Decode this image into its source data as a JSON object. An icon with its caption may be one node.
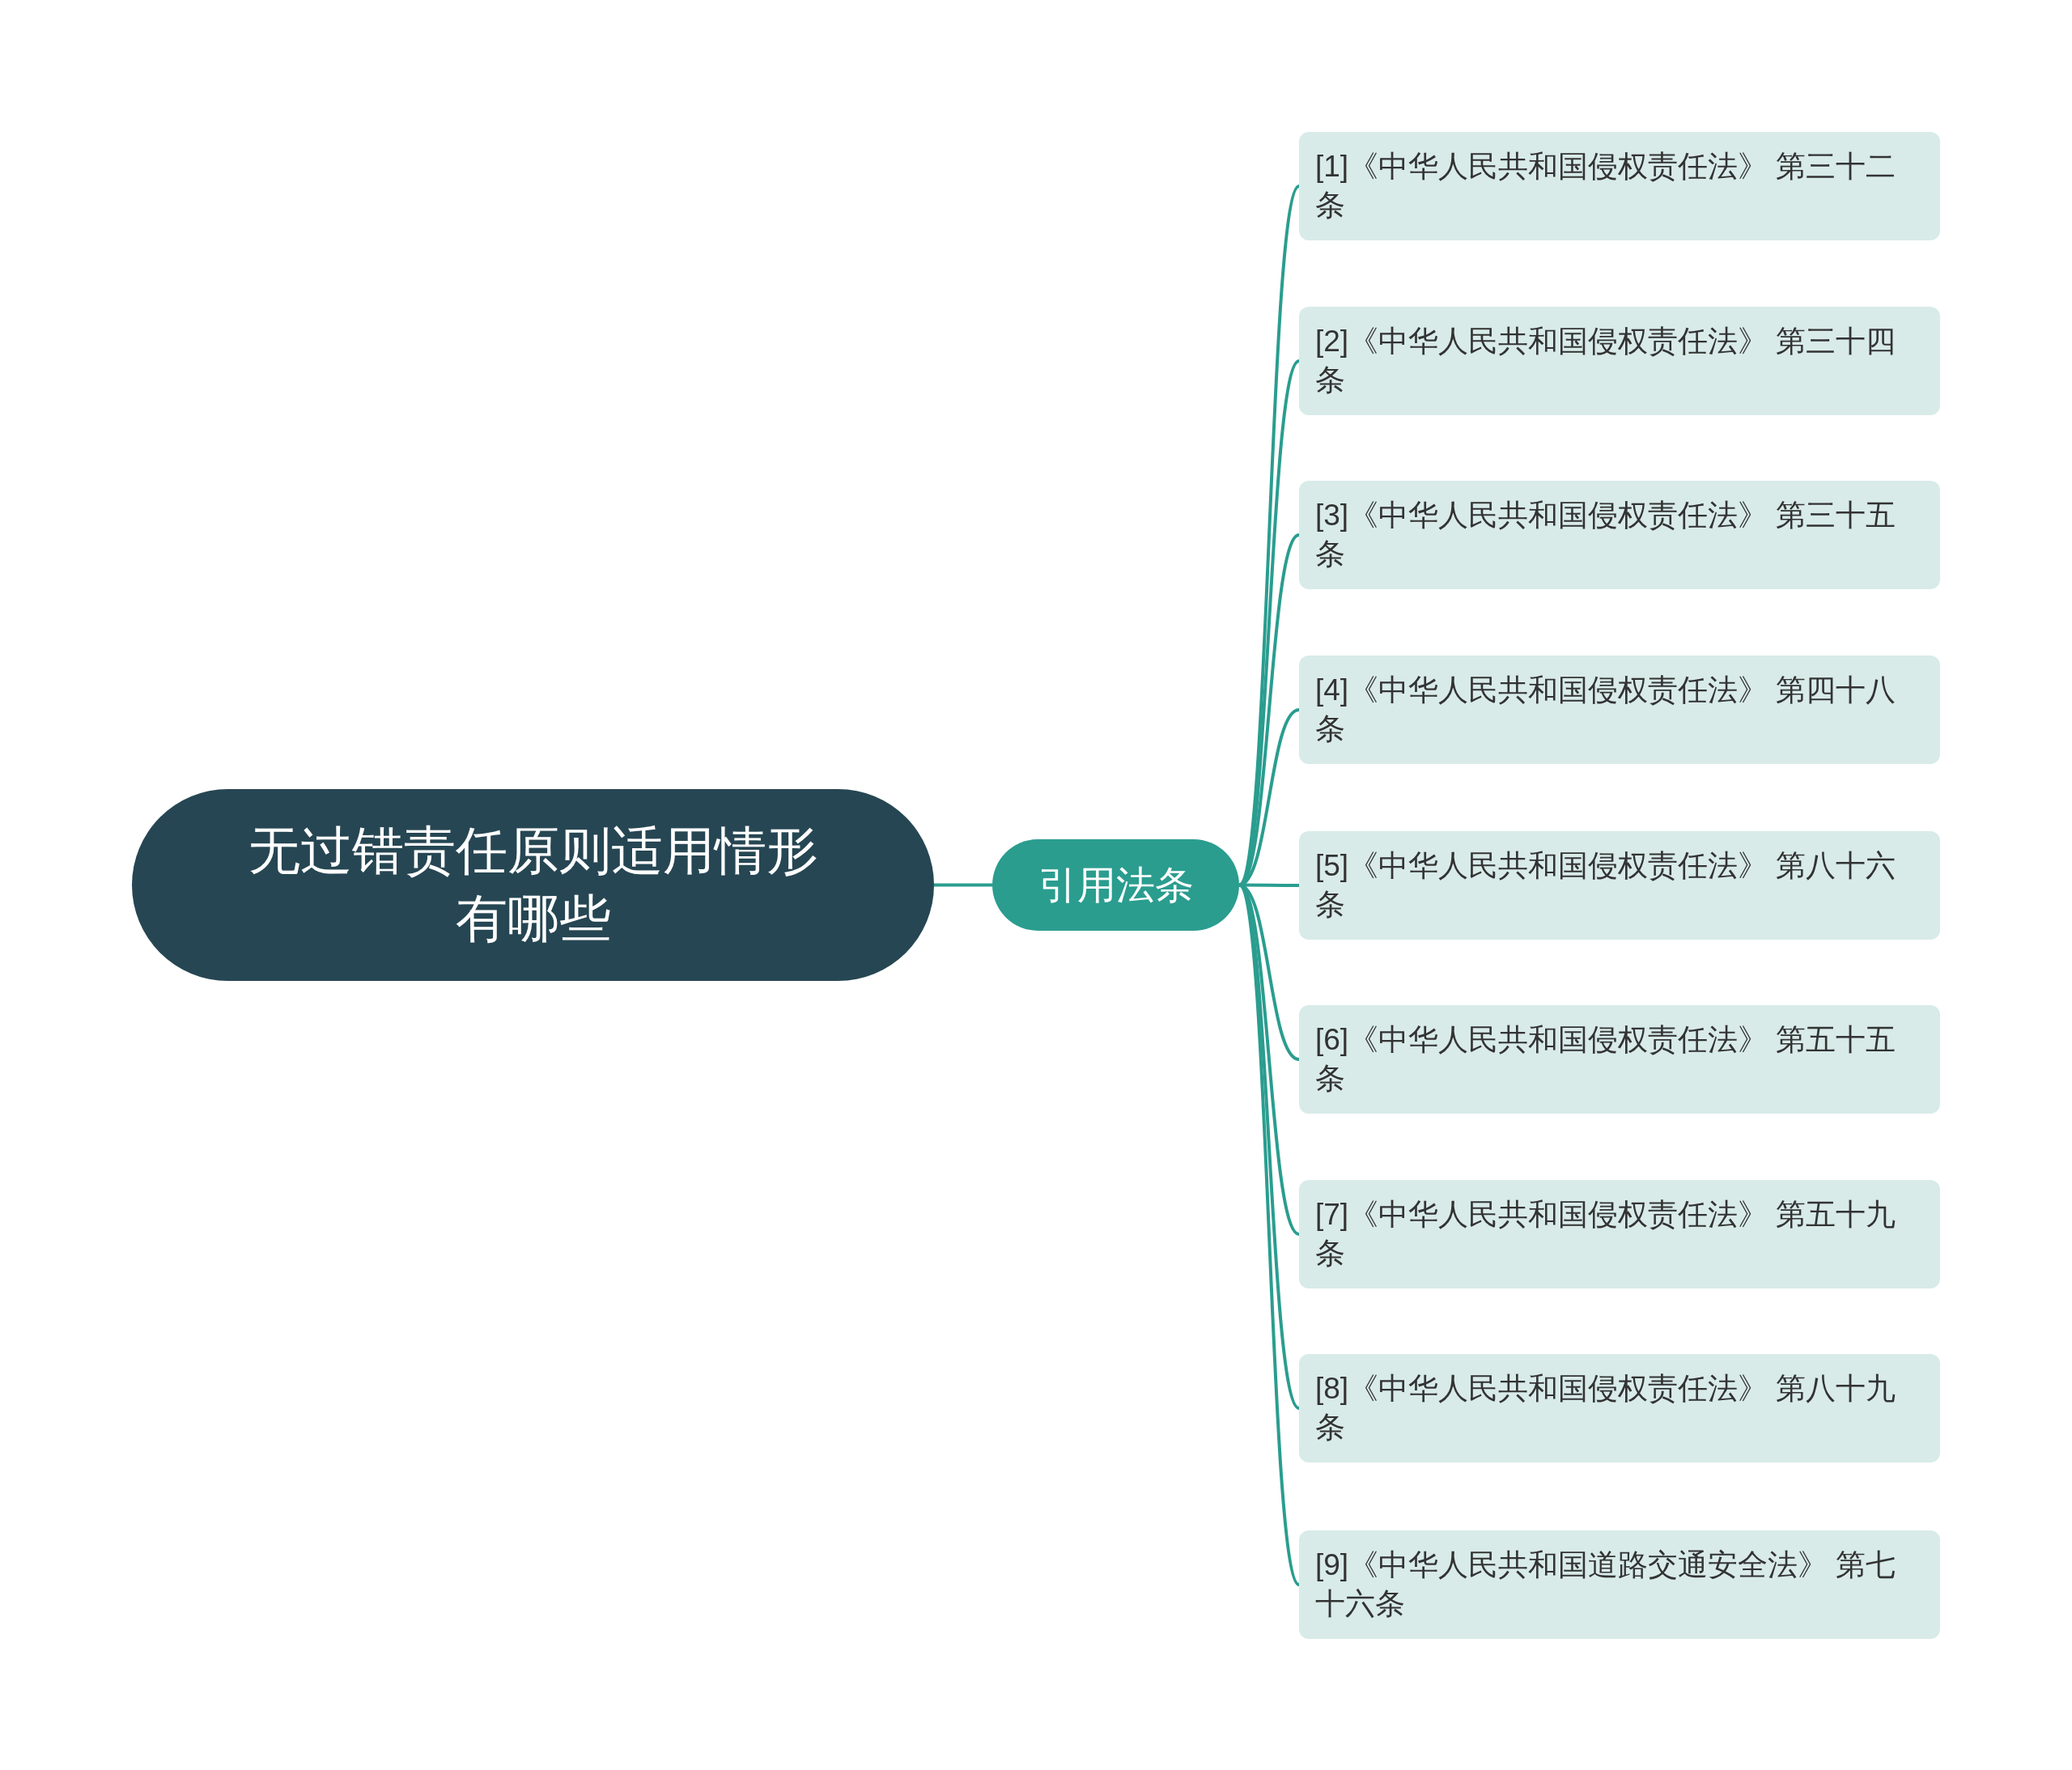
{
  "diagram": {
    "nodes": [
      {
        "text": [
          "无过错责任原则适用情形有哪些"
        ]
      },
      {
        "text": [
          "引用法条"
        ]
      },
      {
        "text": [
          "[1]《中华人民共和国侵权责任法》 第三十二条"
        ]
      },
      {
        "text": [
          "[2]《中华人民共和国侵权责任法》 第三十四条"
        ]
      },
      {
        "text": [
          "[3]《中华人民共和国侵权责任法》 第三十五条"
        ]
      },
      {
        "text": [
          "[4]《中华人民共和国侵权责任法》 第四十八条"
        ]
      },
      {
        "text": [
          "[5]《中华人民共和国侵权责任法》 第八十六条"
        ]
      },
      {
        "text": [
          "[6]《中华人民共和国侵权责任法》 第五十五条"
        ]
      },
      {
        "text": [
          "[7]《中华人民共和国侵权责任法》 第五十九条"
        ]
      },
      {
        "text": [
          "[8]《中华人民共和国侵权责任法》 第八十九条"
        ]
      },
      {
        "text": [
          "[9]《中华人民共和国道路交通安全法》 第七十六条"
        ]
      }
    ],
    "edges": [
      {
        "from": 0,
        "to": 1,
        "arrow": "none"
      },
      {
        "from": 1,
        "to": 2,
        "arrow": "none"
      },
      {
        "from": 1,
        "to": 3,
        "arrow": "none"
      },
      {
        "from": 1,
        "to": 4,
        "arrow": "none"
      },
      {
        "from": 1,
        "to": 5,
        "arrow": "none"
      },
      {
        "from": 1,
        "to": 6,
        "arrow": "none"
      },
      {
        "from": 1,
        "to": 7,
        "arrow": "none"
      },
      {
        "from": 1,
        "to": 8,
        "arrow": "none"
      },
      {
        "from": 1,
        "to": 9,
        "arrow": "none"
      },
      {
        "from": 1,
        "to": 10,
        "arrow": "none"
      }
    ]
  }
}
